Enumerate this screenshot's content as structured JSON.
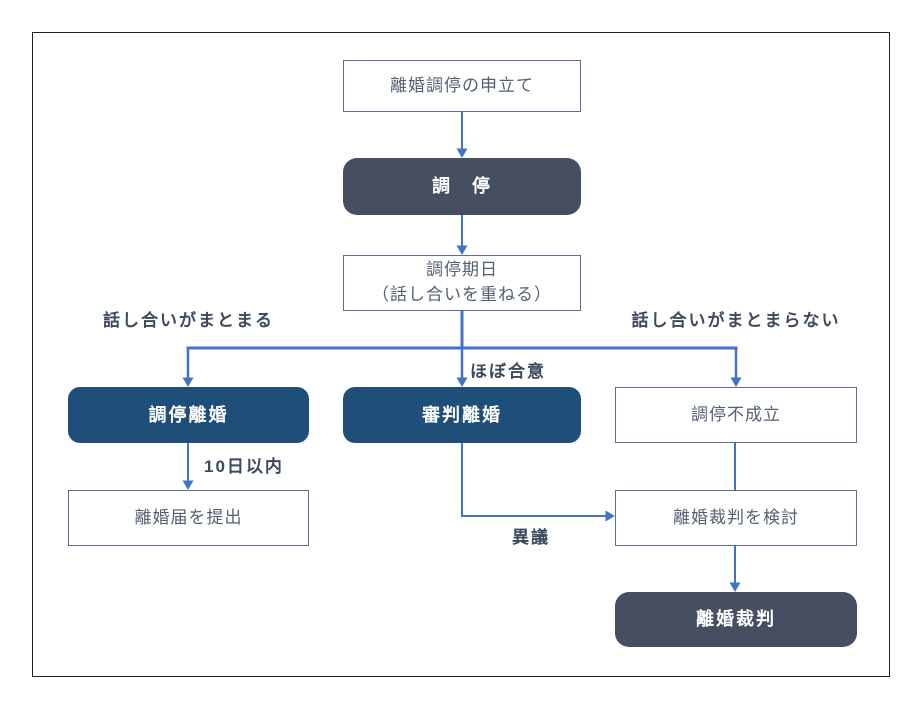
{
  "diagram": {
    "type": "flowchart",
    "language": "ja",
    "colors": {
      "connector_line": "#4472C4",
      "navy_box": "#1F4E79",
      "slate_box": "#454F61",
      "outline_box_border": "#5B6C8F",
      "outline_box_text": "#535F72",
      "edge_label_text": "#3D4A5C",
      "frame_border": "#1f1f1f"
    },
    "nodes": {
      "moushitate": {
        "label": "離婚調停の申立て",
        "style": "outline"
      },
      "chotei": {
        "label": "調　停",
        "style": "slate"
      },
      "kijitsu": {
        "line1": "調停期日",
        "line2": "（話し合いを重ねる）",
        "style": "outline"
      },
      "chotei_rikon": {
        "label": "調停離婚",
        "style": "navy"
      },
      "shinpan_rikon": {
        "label": "審判離婚",
        "style": "navy"
      },
      "fuseiritsu": {
        "label": "調停不成立",
        "style": "outline"
      },
      "todoke": {
        "label": "離婚届を提出",
        "style": "outline"
      },
      "kento": {
        "label": "離婚裁判を検討",
        "style": "outline"
      },
      "saiban": {
        "label": "離婚裁判",
        "style": "slate"
      }
    },
    "edge_labels": {
      "matomaru": "話し合いがまとまる",
      "matomaranai": "話し合いがまとまらない",
      "hobo_goui": "ほぼ合意",
      "ten_days": "10日以内",
      "igi": "異議"
    },
    "flow": [
      "離婚調停の申立て → 調停",
      "調停 → 調停期日（話し合いを重ねる）",
      "調停期日 →(話し合いがまとまる) 調停離婚 →(10日以内) 離婚届を提出",
      "調停期日 →(ほぼ合意) 審判離婚 →(異議) 離婚裁判を検討",
      "調停期日 →(話し合いがまとまらない) 調停不成立 → 離婚裁判を検討 → 離婚裁判"
    ]
  }
}
